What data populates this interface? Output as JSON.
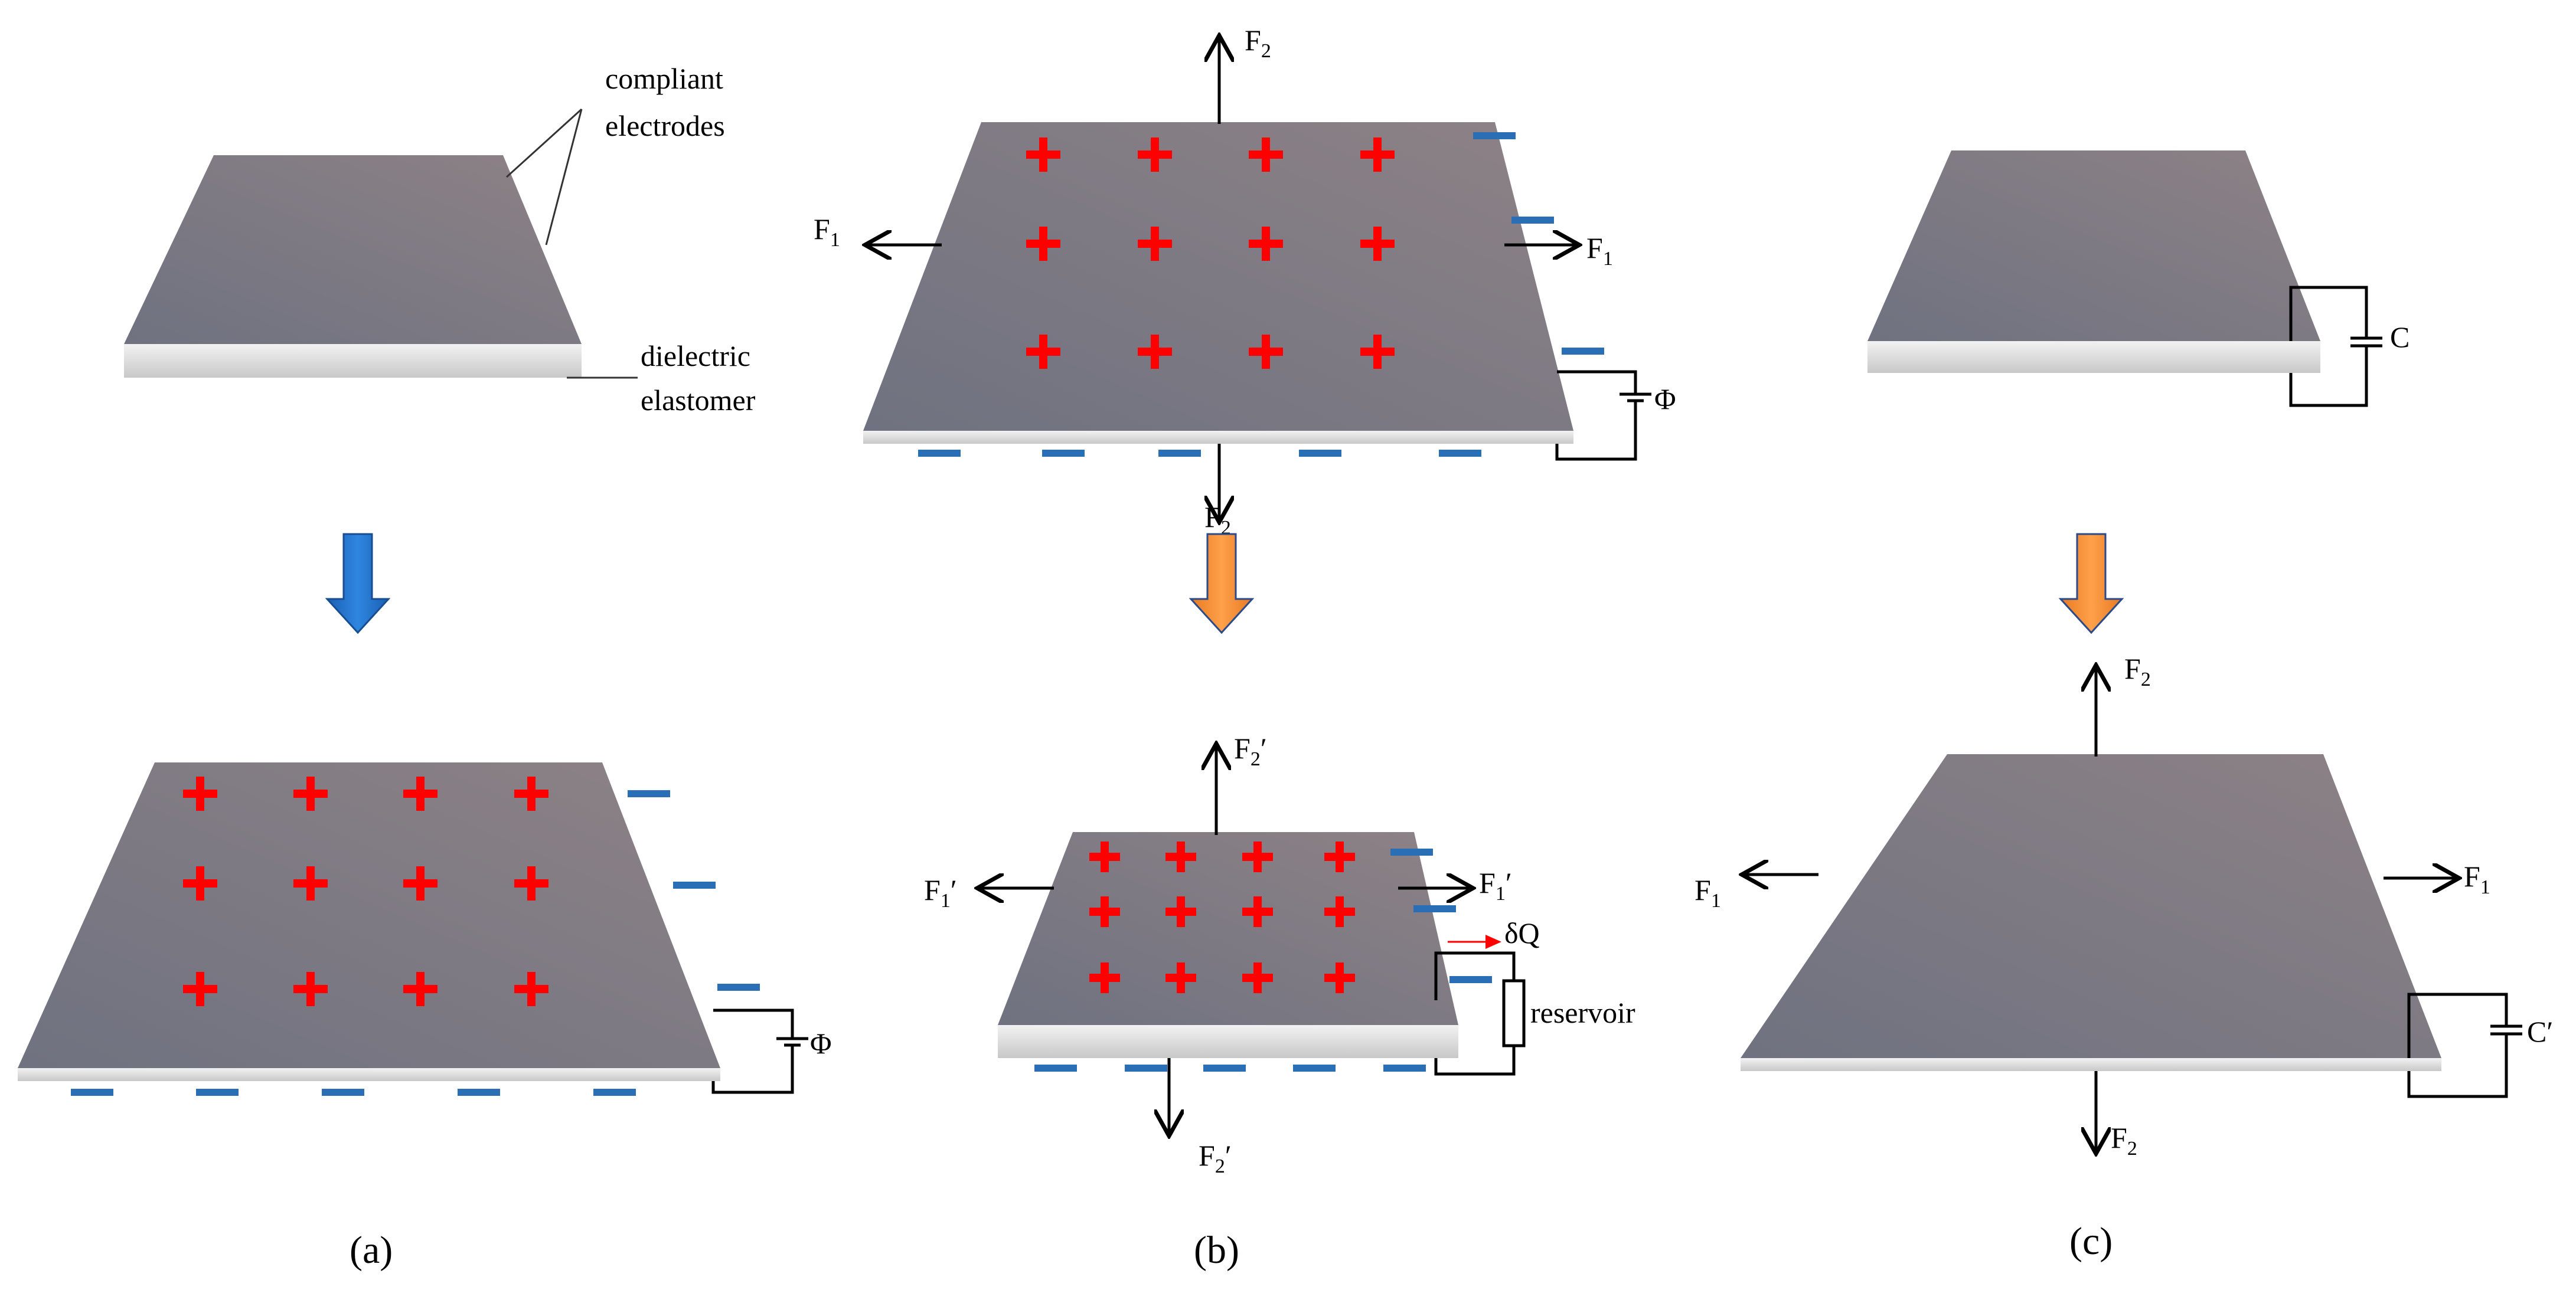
{
  "labels": {
    "compliant_electrodes_line1": "compliant",
    "compliant_electrodes_line2": "electrodes",
    "dielectric_line1": "dielectric",
    "dielectric_line2": "elastomer",
    "phi": "Φ",
    "F": "F",
    "sub1": "1",
    "sub2": "2",
    "prime": "′",
    "delta_q": "δQ",
    "reservoir": "reservoir",
    "c": "C",
    "c_prime": "C′"
  },
  "captions": {
    "a": "(a)",
    "b": "(b)",
    "c": "(c)"
  },
  "colors": {
    "slab_top": "#7f7f88",
    "slab_edge": "#d9d9d9",
    "plus_charge": "#ff0000",
    "minus_charge": "#2a6fb5",
    "arrow_blue": "#1f6fcf",
    "arrow_orange": "#f28a30"
  },
  "icons": {
    "process_arrow": "down-arrow-icon",
    "battery": "battery-icon",
    "capacitor": "capacitor-icon",
    "resistor": "resistor-icon"
  }
}
